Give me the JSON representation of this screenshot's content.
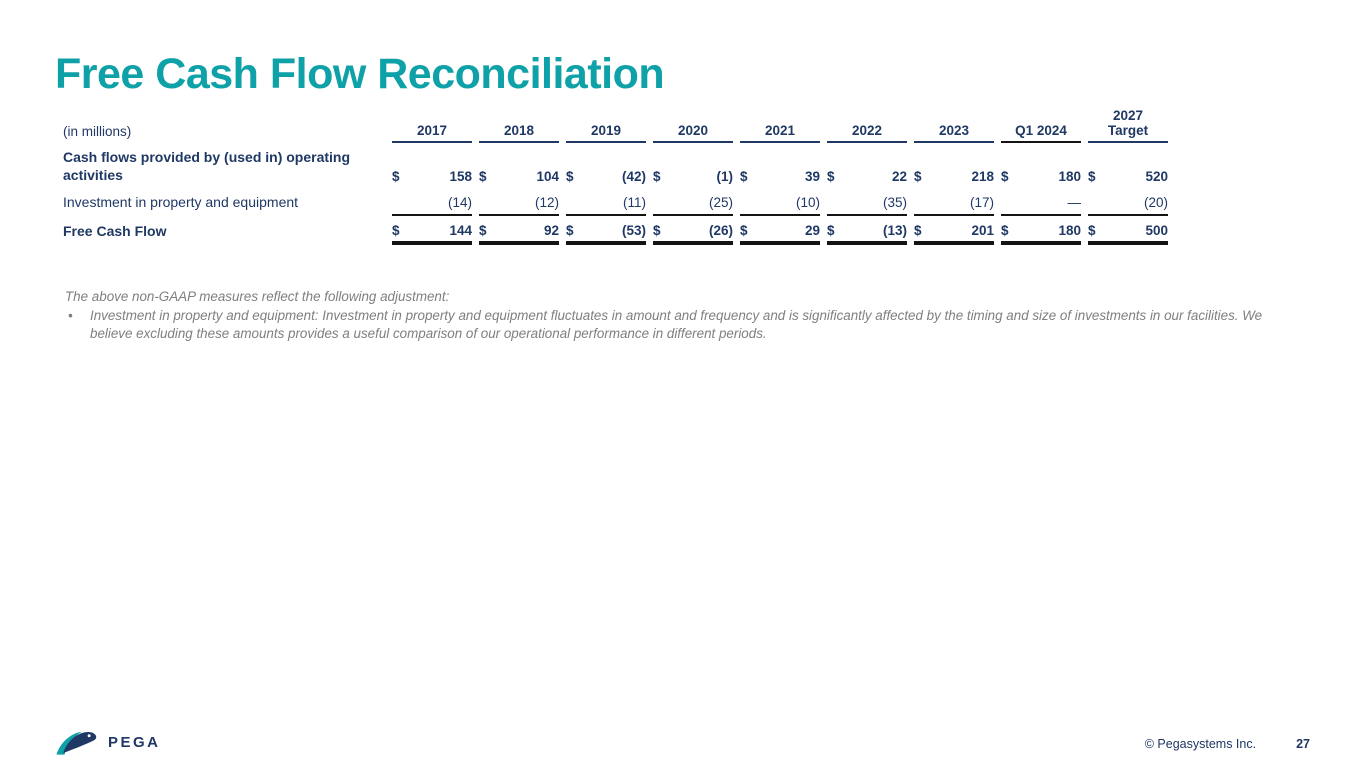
{
  "slide": {
    "title": "Free Cash Flow Reconciliation"
  },
  "table": {
    "unit_label": "(in millions)",
    "columns": [
      "2017",
      "2018",
      "2019",
      "2020",
      "2021",
      "2022",
      "2023",
      "Q1 2024",
      "2027\nTarget"
    ],
    "rows": [
      {
        "label": "Cash flows provided by (used in) operating activities",
        "currency": "$",
        "values": [
          "158",
          "104",
          "(42)",
          "(1)",
          "39",
          "22",
          "218",
          "180",
          "520"
        ]
      },
      {
        "label": "Investment in property and equipment",
        "currency": "",
        "values": [
          "(14)",
          "(12)",
          "(11)",
          "(25)",
          "(10)",
          "(35)",
          "(17)",
          "—",
          "(20)"
        ]
      },
      {
        "label": "Free Cash Flow",
        "currency": "$",
        "values": [
          "144",
          "92",
          "(53)",
          "(26)",
          "29",
          "(13)",
          "201",
          "180",
          "500"
        ]
      }
    ]
  },
  "footnote": {
    "intro": "The above non-GAAP measures reflect the following adjustment:",
    "bullet_marker": "•",
    "bullets": [
      "Investment in property and equipment: Investment in property and equipment fluctuates in amount and frequency and is significantly affected by the timing and size of investments in our facilities. We believe excluding these amounts provides a useful comparison of our operational performance in different periods."
    ]
  },
  "footer": {
    "logo_wordmark": "PEGA",
    "copyright": "© Pegasystems Inc.",
    "page_number": "27"
  },
  "colors": {
    "title_teal": "#0FA1A8",
    "navy": "#1F3864",
    "line_black": "#141414",
    "footnote_gray": "#7F7F7F"
  }
}
